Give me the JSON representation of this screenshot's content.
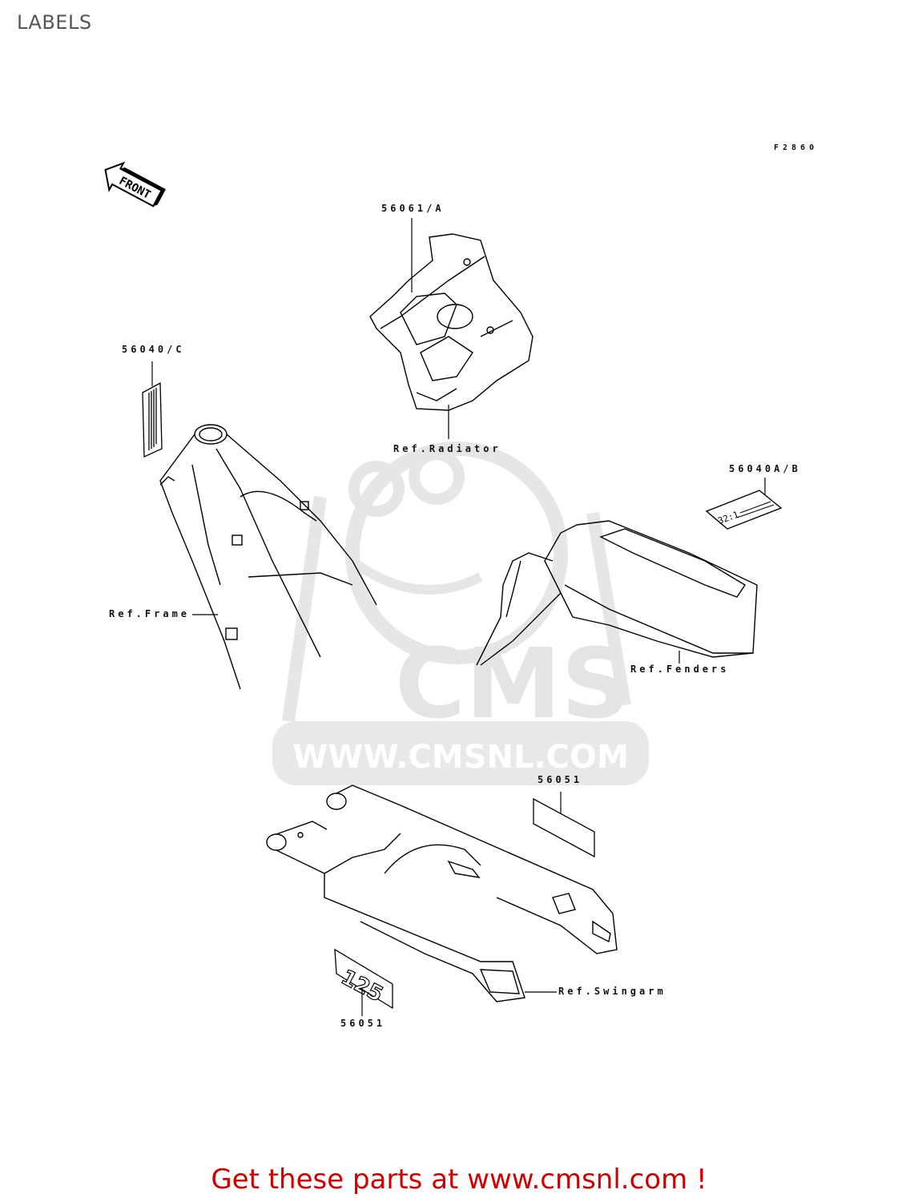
{
  "page": {
    "title": "LABELS",
    "figure_code": "F2860",
    "front_indicator": "FRONT"
  },
  "callouts": {
    "radiator_label_part": "56061/A",
    "frame_label_part": "56040/C",
    "fender_label_part": "56040A/B",
    "swingarm_label_part_right": "56051",
    "swingarm_label_part_left": "56051",
    "ref_radiator": "Ref.Radiator",
    "ref_frame": "Ref.Frame",
    "ref_fenders": "Ref.Fenders",
    "ref_swingarm": "Ref.Swingarm"
  },
  "decals": {
    "fender_decal_text": "32:1",
    "swingarm_decal_text": "125"
  },
  "watermark": {
    "brand": "CMS",
    "url": "WWW.CMSNL.COM",
    "color": "#e6e6e6"
  },
  "footer": {
    "link_text": "Get these parts at www.cmsnl.com !",
    "color": "#cc0000"
  }
}
